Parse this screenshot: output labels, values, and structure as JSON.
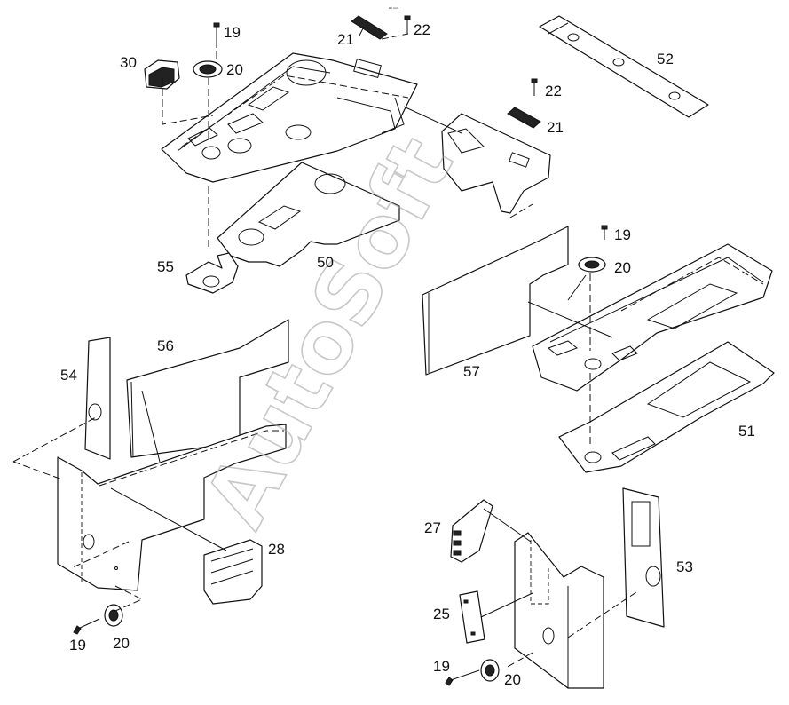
{
  "diagram": {
    "watermark": "AutoSoft",
    "header_mark": "ᵃᵇ ⁿⁿⁿ",
    "labels": {
      "l19a": "19",
      "l20a": "20",
      "l30": "30",
      "l21a": "21",
      "l22a": "22",
      "l52": "52",
      "l22b": "22",
      "l21b": "21",
      "l19b": "19",
      "l20b": "20",
      "l55": "55",
      "l50": "50",
      "l56": "56",
      "l54": "54",
      "l57": "57",
      "l51": "51",
      "l28": "28",
      "l27": "27",
      "l53": "53",
      "l25": "25",
      "l19c": "19",
      "l20c": "20",
      "l19d": "19",
      "l20d": "20"
    }
  }
}
